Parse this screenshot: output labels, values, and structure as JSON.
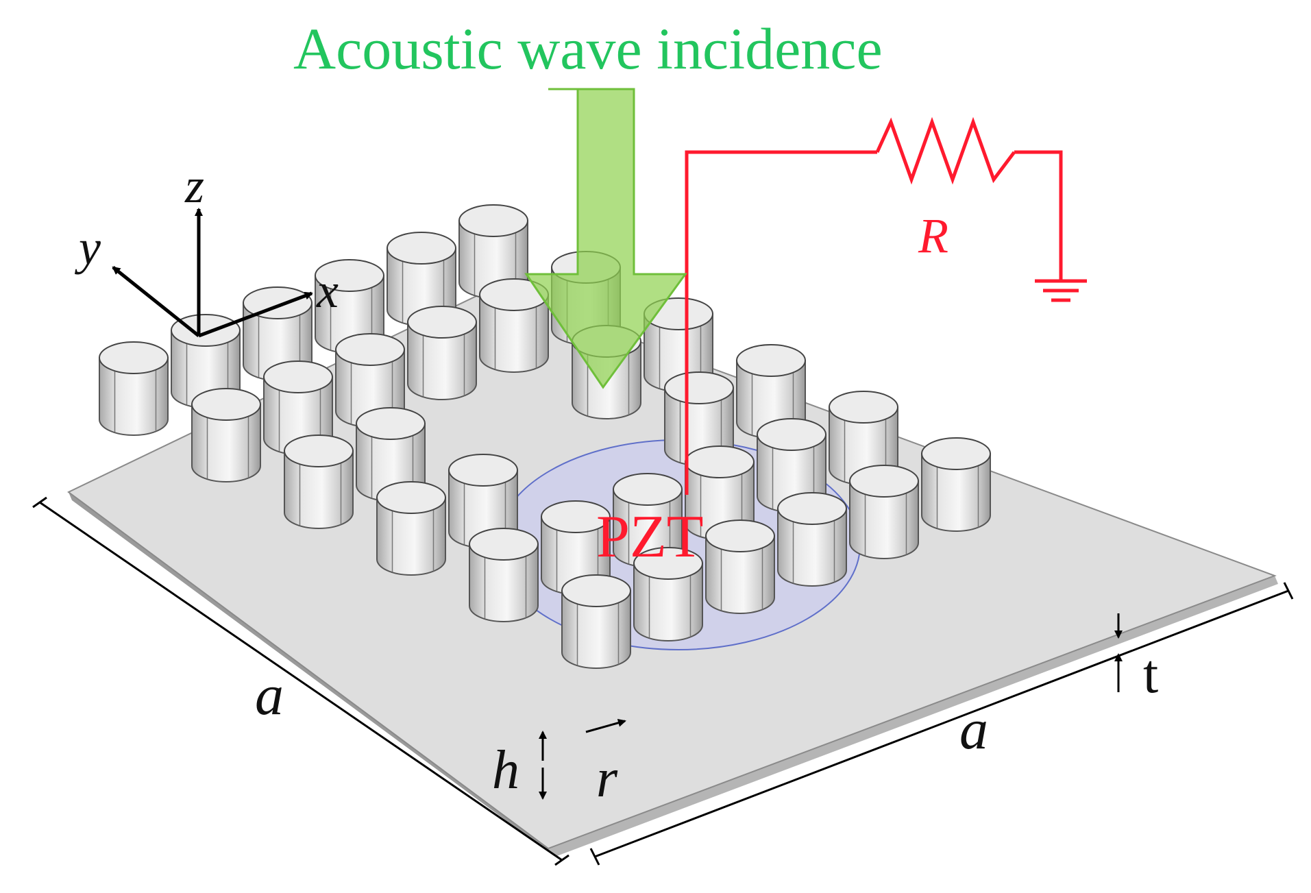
{
  "title": "Acoustic wave incidence",
  "labels": {
    "pzt": "PZT",
    "resistor": "R",
    "side_a_left": "a",
    "side_a_right": "a",
    "thickness": "t",
    "height": "h",
    "radius": "r"
  },
  "axes": {
    "x": "x",
    "y": "y",
    "z": "z"
  },
  "grid": {
    "rows": 6,
    "cols": 6,
    "removed_cells": [
      [
        2,
        2
      ],
      [
        2,
        3
      ],
      [
        3,
        2
      ],
      [
        3,
        3
      ]
    ]
  },
  "colors": {
    "title": "#22c55e",
    "arrow_fill": "#8fd14f",
    "arrow_stroke": "#6fbf3a",
    "circuit": "#ff1a2e",
    "pzt_fill": "#cfd0ec",
    "pzt_stroke": "#5566c8",
    "plate_top": "#dedede",
    "pillar": "#e4e4e4"
  }
}
